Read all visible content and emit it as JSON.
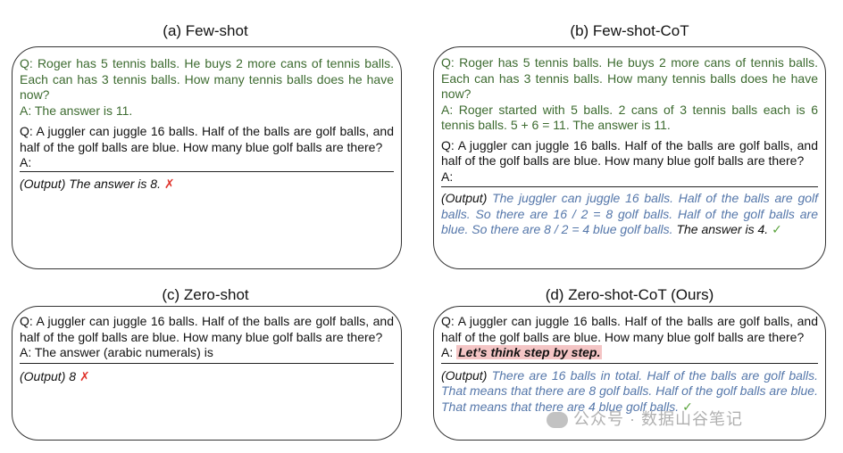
{
  "panels": {
    "a": {
      "title": "(a) Few-shot",
      "example_q": "Q: Roger has 5 tennis balls. He buys 2 more cans of tennis balls. Each can has 3 tennis balls. How many tennis balls does he have now?",
      "example_a": "A: The answer is 11.",
      "question": "Q: A juggler can juggle 16 balls. Half of the balls are golf balls, and half of the golf balls are blue. How many blue golf balls are there?",
      "answer_prefix": "A:",
      "output_label": "(Output)",
      "output_text": "The answer is 8.",
      "mark": "✗"
    },
    "b": {
      "title": "(b) Few-shot-CoT",
      "example_q": "Q: Roger has 5 tennis balls. He buys 2 more cans of tennis balls. Each can has 3 tennis balls. How many tennis balls does he have now?",
      "example_a": "A: Roger started with 5 balls. 2 cans of 3 tennis balls each is 6 tennis balls. 5 + 6 = 11. The answer is 11.",
      "question": "Q: A juggler can juggle 16 balls. Half of the balls are golf balls, and half of the golf balls are blue. How many blue golf balls are there?",
      "answer_prefix": "A:",
      "output_label": "(Output)",
      "output_reasoning": "The juggler can juggle 16 balls. Half of the balls are golf balls. So there are 16 / 2 = 8 golf balls. Half of the golf balls are blue. So there are 8 / 2 = 4 blue golf balls.",
      "output_answer": "The answer is 4.",
      "mark": "✓"
    },
    "c": {
      "title": "(c) Zero-shot",
      "question": "Q: A juggler can juggle 16 balls. Half of the balls are golf balls, and half of the golf balls are blue. How many blue golf balls are there?",
      "answer_prefix": "A: The answer (arabic numerals) is",
      "output_label": "(Output)",
      "output_text": "8",
      "mark": "✗"
    },
    "d": {
      "title": "(d) Zero-shot-CoT (Ours)",
      "question": "Q: A juggler can juggle 16 balls. Half of the balls are golf balls, and half of the golf balls are blue. How many blue golf balls are there?",
      "answer_prefix": "A:",
      "prompt": "Let’s think step by step.",
      "output_label": "(Output)",
      "output_reasoning": "There are 16 balls in total. Half of the balls are golf balls. That means that there are 8 golf balls. Half of the golf balls are blue. That means that there are 4 blue golf balls.",
      "mark": "✓"
    }
  },
  "watermark": "公众号 · 数据山谷笔记",
  "colors": {
    "example_text": "#3d6b30",
    "reasoning_text": "#5577aa",
    "wrong_mark": "#e0342c",
    "right_mark": "#5aa33c",
    "highlight": "#f4c5c5"
  }
}
